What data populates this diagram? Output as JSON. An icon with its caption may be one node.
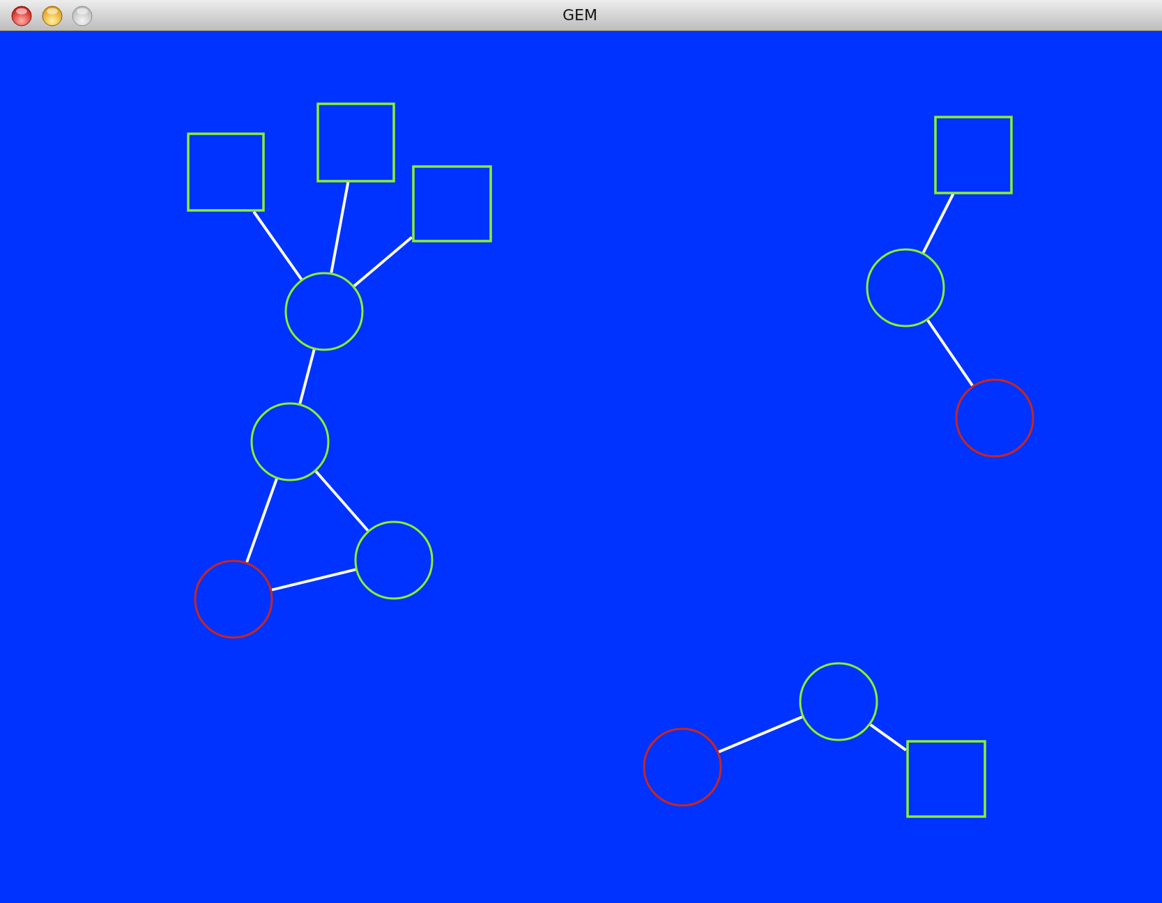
{
  "diagram": {
    "title": "GEM",
    "nodes": [
      {
        "text": [],
        "shape": "box"
      },
      {
        "text": [],
        "shape": "box"
      },
      {
        "text": [],
        "shape": "box"
      },
      {
        "text": [],
        "shape": "circle"
      },
      {
        "text": [],
        "shape": "circle"
      },
      {
        "text": [],
        "shape": "circle"
      },
      {
        "text": [],
        "shape": "circle"
      },
      {
        "text": [],
        "shape": "box"
      },
      {
        "text": [],
        "shape": "circle"
      },
      {
        "text": [],
        "shape": "circle"
      },
      {
        "text": [],
        "shape": "circle"
      },
      {
        "text": [],
        "shape": "circle"
      },
      {
        "text": [],
        "shape": "box"
      }
    ],
    "edges": [
      {
        "from": 0,
        "to": 3,
        "arrow": "none"
      },
      {
        "from": 1,
        "to": 3,
        "arrow": "none"
      },
      {
        "from": 2,
        "to": 3,
        "arrow": "none"
      },
      {
        "from": 3,
        "to": 4,
        "arrow": "none"
      },
      {
        "from": 4,
        "to": 6,
        "arrow": "none"
      },
      {
        "from": 4,
        "to": 5,
        "arrow": "none"
      },
      {
        "from": 5,
        "to": 6,
        "arrow": "none"
      },
      {
        "from": 7,
        "to": 8,
        "arrow": "none"
      },
      {
        "from": 8,
        "to": 9,
        "arrow": "none"
      },
      {
        "from": 10,
        "to": 11,
        "arrow": "none"
      },
      {
        "from": 11,
        "to": 12,
        "arrow": "none"
      }
    ]
  }
}
